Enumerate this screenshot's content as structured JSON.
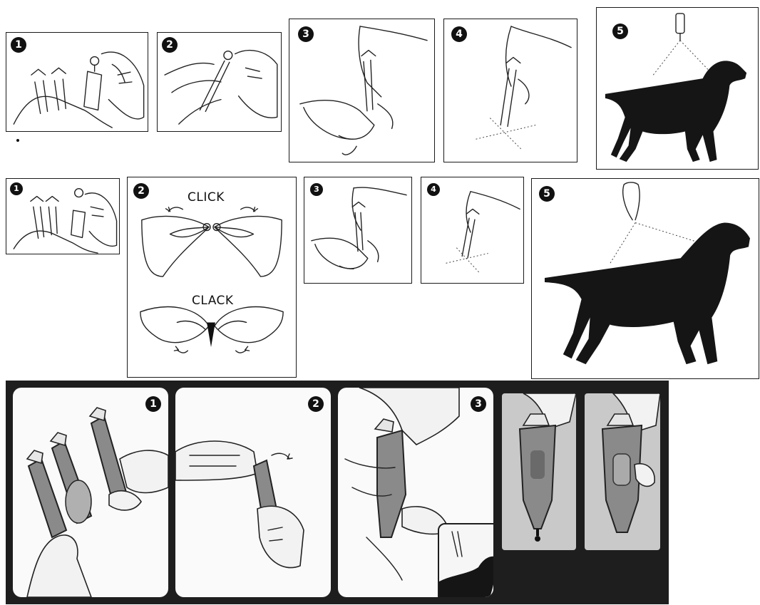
{
  "row1": {
    "steps": [
      {
        "number": "1"
      },
      {
        "number": "2"
      },
      {
        "number": "3"
      },
      {
        "number": "4"
      },
      {
        "number": "5"
      }
    ]
  },
  "row2": {
    "steps": [
      {
        "number": "1"
      },
      {
        "number": "2"
      },
      {
        "number": "3"
      },
      {
        "number": "4"
      },
      {
        "number": "5"
      }
    ],
    "captions": {
      "click": "CLICK",
      "clack": "CLACK"
    }
  },
  "row3": {
    "steps": [
      {
        "number": "1"
      },
      {
        "number": "2"
      },
      {
        "number": "3"
      }
    ]
  },
  "colors": {
    "ink": "#111111",
    "strip_background": "#1e1e1e",
    "card_background": "#fafafa",
    "grey_card": "#c9c9c9",
    "applicator": "#8a8a8a"
  }
}
